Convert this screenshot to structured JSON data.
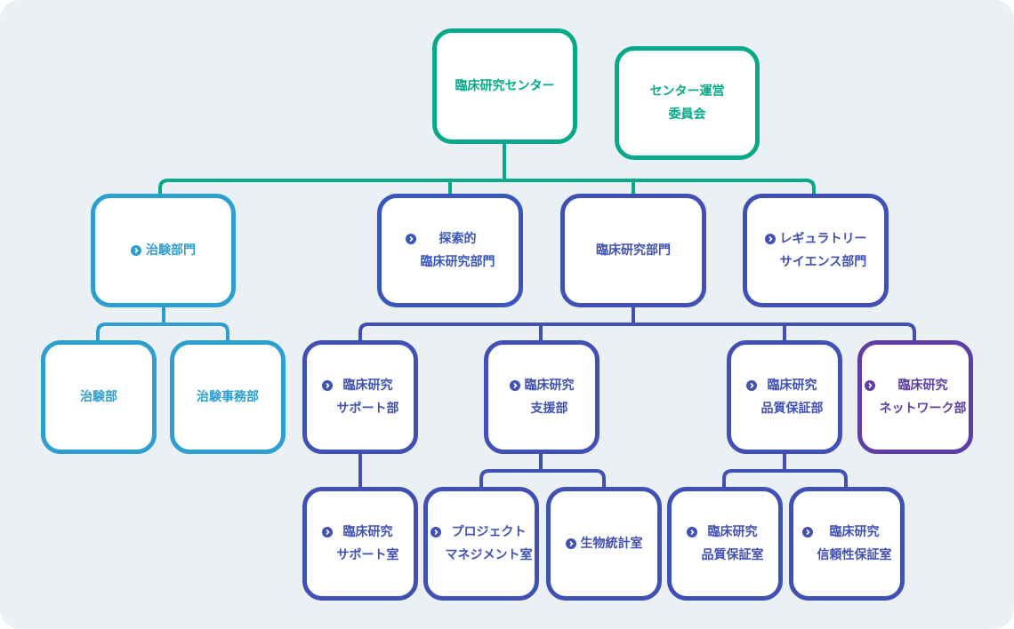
{
  "colors": {
    "background": "#eaf0f3",
    "teal": "#06a98a",
    "sky": "#2c9fd0",
    "navy": "#3a56bd",
    "indigo": "#4050b5",
    "purple": "#5e3ea6"
  },
  "org": {
    "center": "臨床研究センター",
    "committee": "センター運営\n委員会",
    "dept_chiken": "治験部門",
    "dept_tansaku": "探索的\n臨床研究部門",
    "dept_rinsho": "臨床研究部門",
    "dept_regulatory": "レギュラトリー\nサイエンス部門",
    "chiken_bu": "治験部",
    "chiken_jimu": "治験事務部",
    "support_bu": "臨床研究\nサポート部",
    "shien_bu": "臨床研究\n支援部",
    "hinshitsu_bu": "臨床研究\n品質保証部",
    "network_bu": "臨床研究\nネットワーク部",
    "support_shitsu": "臨床研究\nサポート室",
    "pm_shitsu": "プロジェクト\nマネジメント室",
    "toukei_shitsu": "生物統計室",
    "hinshitsu_shitsu": "臨床研究\n品質保証室",
    "shinrai_shitsu": "臨床研究\n信頼性保証室"
  }
}
